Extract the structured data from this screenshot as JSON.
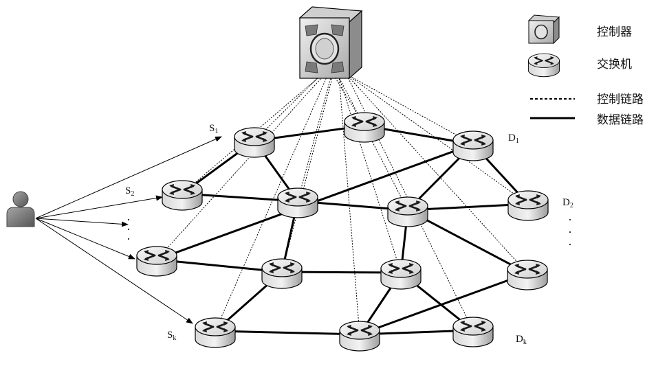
{
  "legend": {
    "controller": "控制器",
    "switch": "交换机",
    "control_link": "控制链路",
    "data_link": "数据链路"
  },
  "labels": {
    "s1": {
      "main": "S",
      "sub": "1"
    },
    "s2": {
      "main": "S",
      "sub": "2"
    },
    "sk": {
      "main": "S",
      "sub": "k"
    },
    "d1": {
      "main": "D",
      "sub": "1"
    },
    "d2": {
      "main": "D",
      "sub": "2"
    },
    "dk": {
      "main": "D",
      "sub": "k"
    }
  },
  "ellipsis": "·",
  "colors": {
    "line": "#000000",
    "router_top": "#e8e8e8",
    "router_side": "#bdbdbd",
    "user": "#7f7f7f"
  }
}
